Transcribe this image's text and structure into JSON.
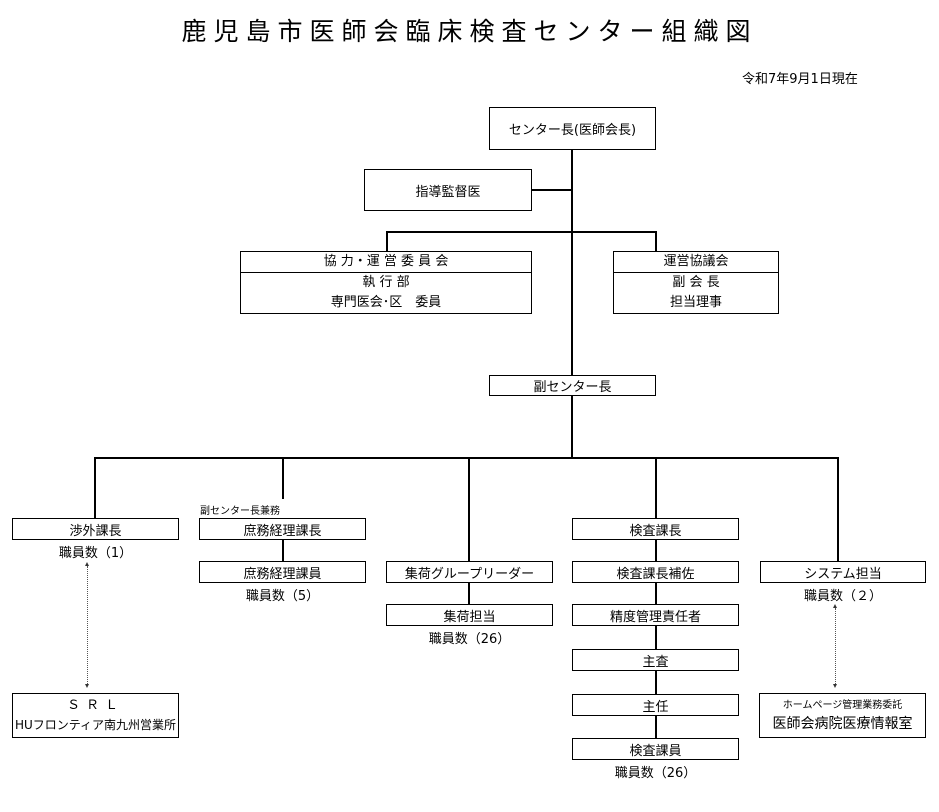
{
  "title": "鹿児島市医師会臨床検査センター組織図",
  "date": "令和7年9月1日現在",
  "director": "センター長(医師会長)",
  "supervisor": "指導監督医",
  "cooperation_committee": {
    "header": "協 力・運 営 委 員 会",
    "lines": [
      "執 行 部",
      "専門医会･区　委員"
    ]
  },
  "management_council": {
    "header": "運営協議会",
    "lines": [
      "副 会 長",
      "担当理事"
    ]
  },
  "deputy_director": "副センター長",
  "departments": {
    "external": {
      "head": "渉外課長",
      "staff": "職員数（1）",
      "partner": {
        "line1": "ＳＲＬ",
        "line2": "HUフロンティア南九州営業所"
      }
    },
    "general_affairs": {
      "note": "副センター長兼務",
      "head": "庶務経理課長",
      "member": "庶務経理課員",
      "staff": "職員数（5）"
    },
    "collection": {
      "leader": "集荷グループリーダー",
      "member": "集荷担当",
      "staff": "職員数（26）"
    },
    "testing": {
      "chain": [
        "検査課長",
        "検査課長補佐",
        "精度管理責任者",
        "主査",
        "主任",
        "検査課員"
      ],
      "staff": "職員数（26）"
    },
    "system": {
      "head": "システム担当",
      "staff": "職員数（２）",
      "partner": {
        "line1": "ホームページ管理業務委託",
        "line2": "医師会病院医療情報室"
      }
    }
  }
}
